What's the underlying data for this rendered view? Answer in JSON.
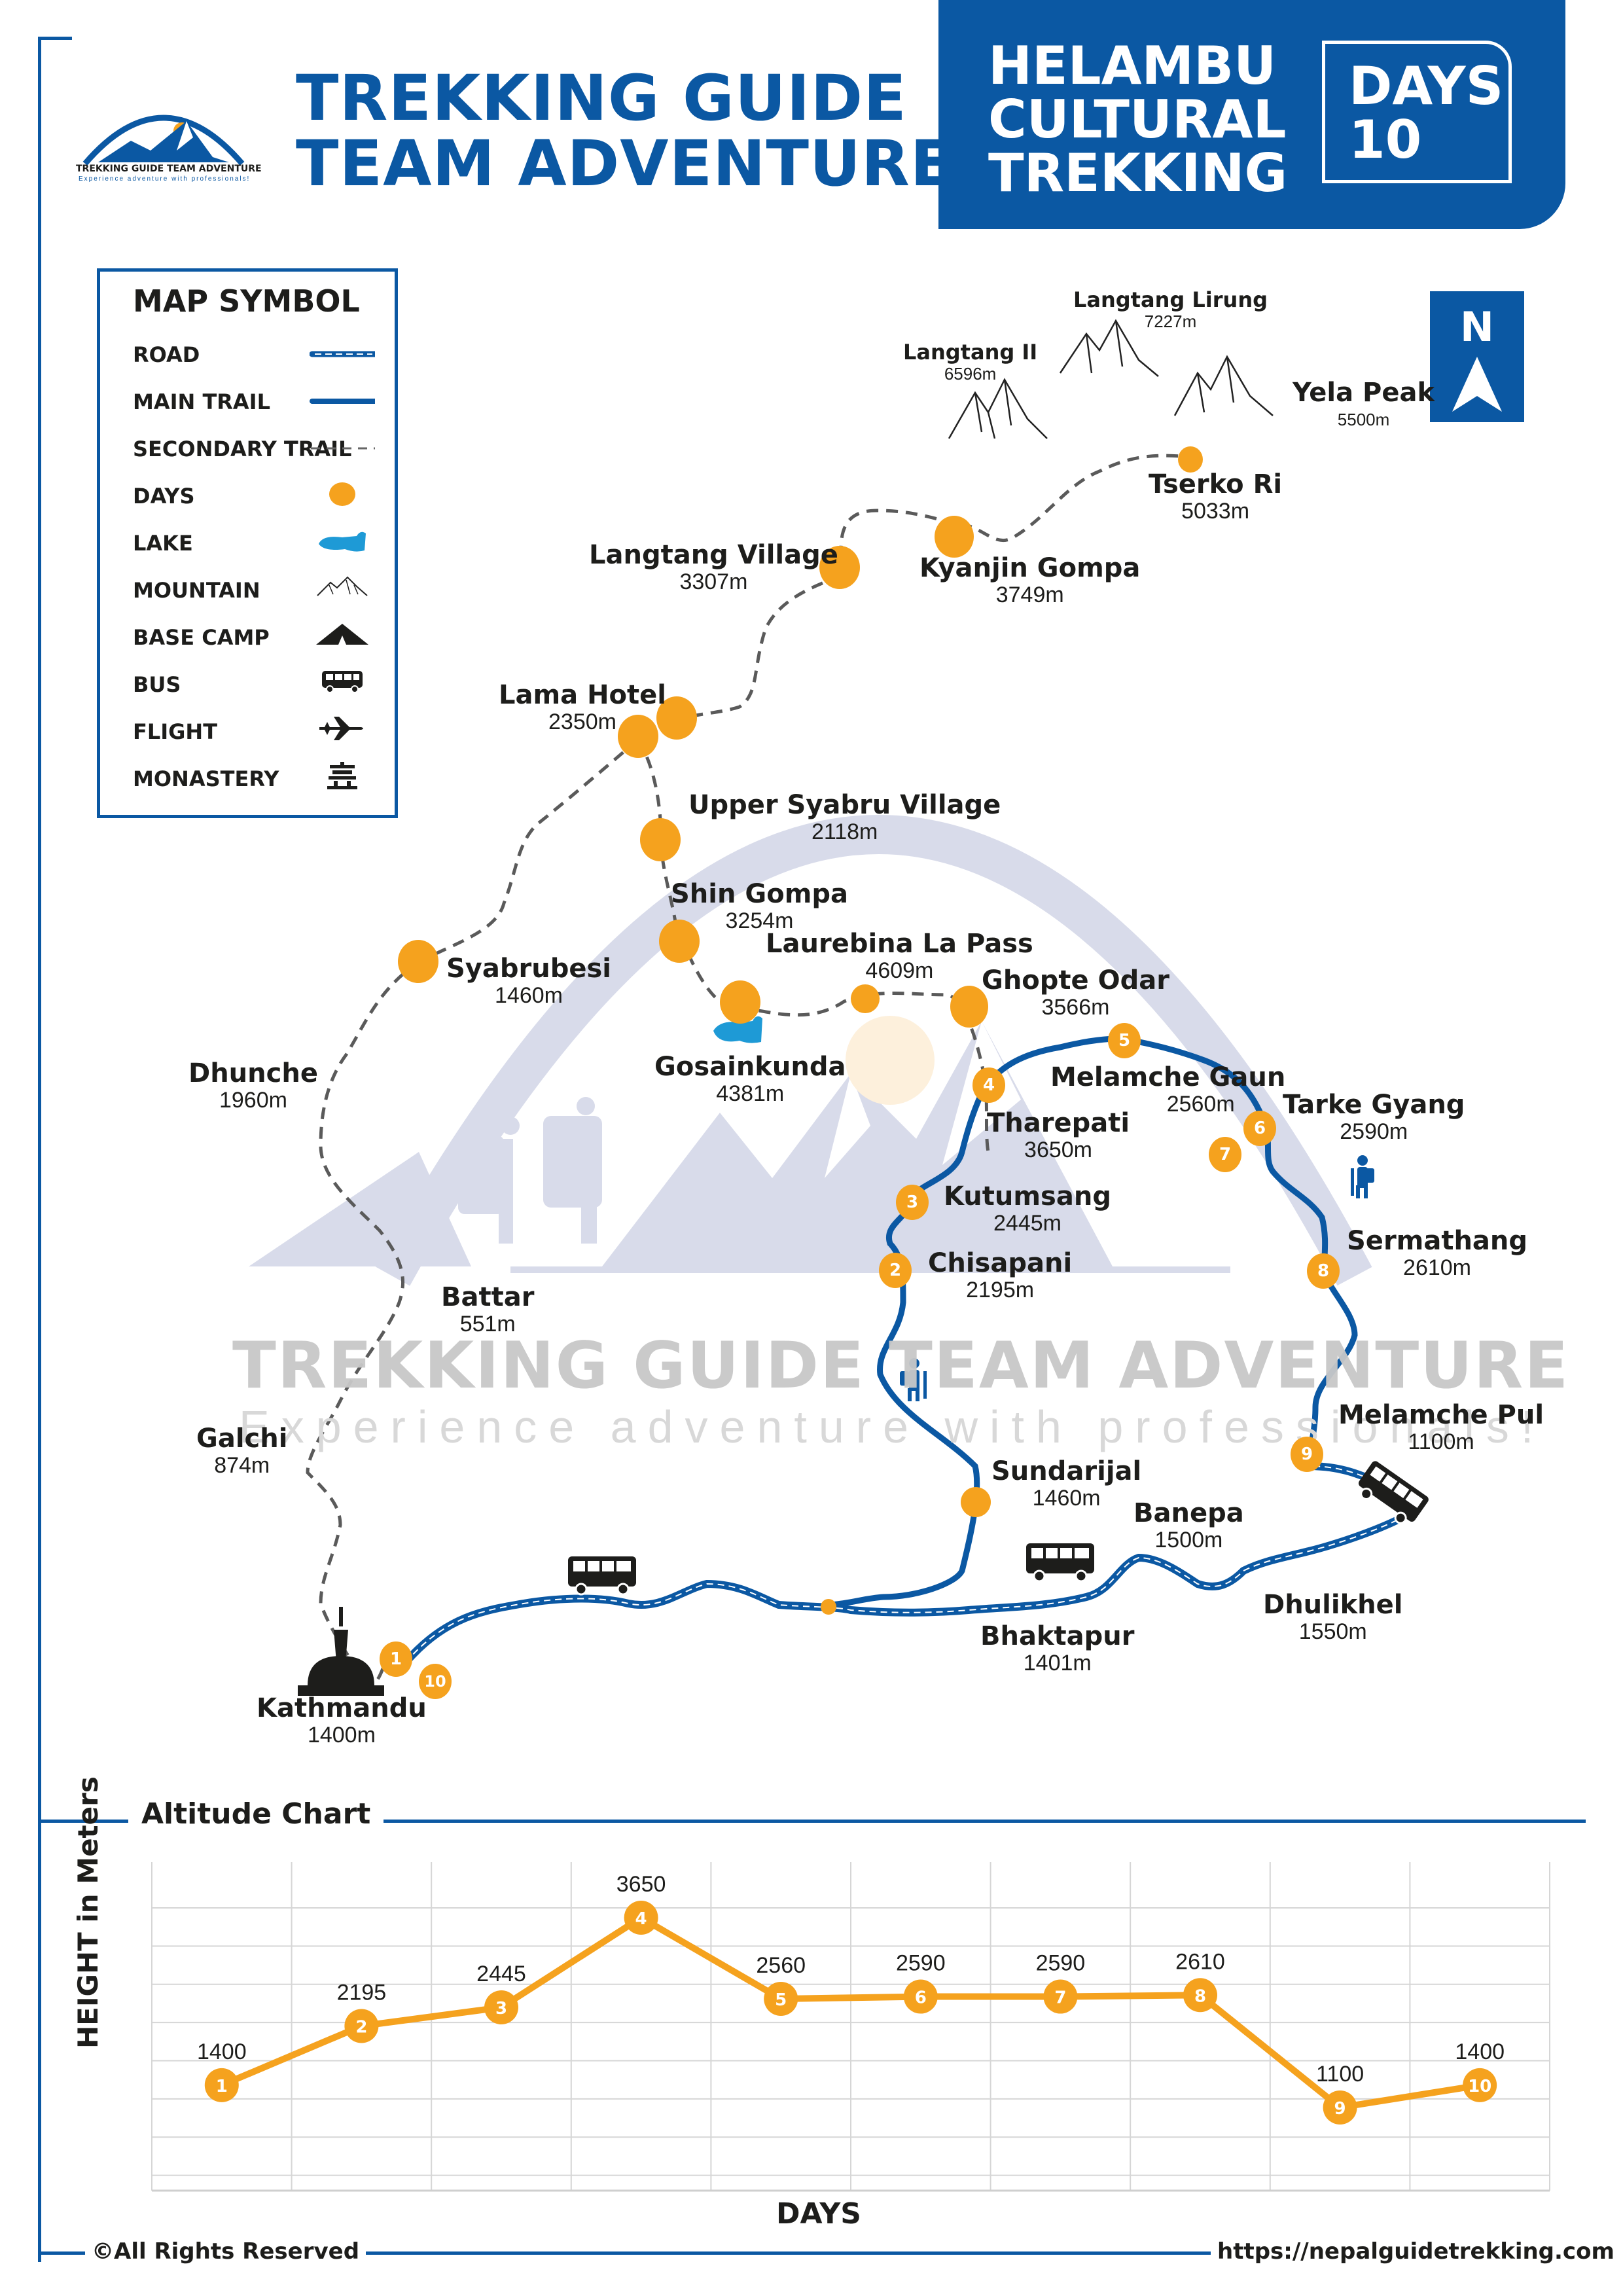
{
  "header": {
    "brand_line1": "TREKKING GUIDE",
    "brand_line2": "TEAM ADVENTURE",
    "logo_text": "TREKKING GUIDE TEAM ADVENTURE",
    "logo_tagline": "Experience adventure with professionals!",
    "trek_line1": "HELAMBU",
    "trek_line2": "CULTURAL",
    "trek_line3": "TREKKING",
    "days_label": "DAYS",
    "days_value": "10"
  },
  "legend": {
    "title": "MAP SYMBOL",
    "items": [
      {
        "label": "ROAD",
        "icon": "road-line"
      },
      {
        "label": "MAIN TRAIL",
        "icon": "main-trail-line"
      },
      {
        "label": "SECONDARY TRAIL",
        "icon": "secondary-trail-dashed"
      },
      {
        "label": "DAYS",
        "icon": "orange-dot"
      },
      {
        "label": "LAKE",
        "icon": "lake-icon"
      },
      {
        "label": "MOUNTAIN",
        "icon": "mountain-icon"
      },
      {
        "label": "BASE CAMP",
        "icon": "tent-icon"
      },
      {
        "label": "BUS",
        "icon": "bus-icon"
      },
      {
        "label": "FLIGHT",
        "icon": "airplane-icon"
      },
      {
        "label": "MONASTERY",
        "icon": "monastery-icon"
      }
    ]
  },
  "compass": {
    "label": "N"
  },
  "colors": {
    "brand_blue": "#0b58a3",
    "day_orange": "#f5a21e",
    "lake_blue": "#1e9ad6",
    "watermark_gray": "#c8c8c8"
  },
  "peaks": [
    {
      "name": "Langtang Lirung",
      "alt": "7227m"
    },
    {
      "name": "Langtang II",
      "alt": "6596m"
    },
    {
      "name": "Yela Peak",
      "alt": "5500m"
    }
  ],
  "places": [
    {
      "name": "Tserko Ri",
      "alt": "5033m"
    },
    {
      "name": "Kyanjin Gompa",
      "alt": "3749m"
    },
    {
      "name": "Langtang Village",
      "alt": "3307m"
    },
    {
      "name": "Lama Hotel",
      "alt": "2350m"
    },
    {
      "name": "Upper Syabru Village",
      "alt": "2118m"
    },
    {
      "name": "Shin Gompa",
      "alt": "3254m"
    },
    {
      "name": "Laurebina La Pass",
      "alt": "4609m"
    },
    {
      "name": "Ghopte Odar",
      "alt": "3566m"
    },
    {
      "name": "Syabrubesi",
      "alt": "1460m"
    },
    {
      "name": "Gosainkunda",
      "alt": "4381m"
    },
    {
      "name": "Dhunche",
      "alt": "1960m"
    },
    {
      "name": "Melamche Gaun",
      "alt": "2560m"
    },
    {
      "name": "Tarke Gyang",
      "alt": "2590m"
    },
    {
      "name": "Tharepati",
      "alt": "3650m"
    },
    {
      "name": "Kutumsang",
      "alt": "2445m"
    },
    {
      "name": "Sermathang",
      "alt": "2610m"
    },
    {
      "name": "Chisapani",
      "alt": "2195m"
    },
    {
      "name": "Battar",
      "alt": "551m"
    },
    {
      "name": "Melamche Pul",
      "alt": "1100m"
    },
    {
      "name": "Galchi",
      "alt": "874m"
    },
    {
      "name": "Sundarijal",
      "alt": "1460m"
    },
    {
      "name": "Banepa",
      "alt": "1500m"
    },
    {
      "name": "Dhulikhel",
      "alt": "1550m"
    },
    {
      "name": "Bhaktapur",
      "alt": "1401m"
    },
    {
      "name": "Kathmandu",
      "alt": "1400m"
    }
  ],
  "day_markers": [
    "1",
    "2",
    "3",
    "4",
    "5",
    "6",
    "7",
    "8",
    "9",
    "10"
  ],
  "watermark": {
    "title": "TREKKING GUIDE TEAM ADVENTURE",
    "tagline": "Experience adventure with professionals!"
  },
  "chart_data": {
    "type": "line",
    "title": "Altitude Chart",
    "xlabel": "DAYS",
    "ylabel": "HEIGHT in Meters",
    "categories": [
      "1",
      "2",
      "3",
      "4",
      "5",
      "6",
      "7",
      "8",
      "9",
      "10"
    ],
    "values": [
      1400,
      2195,
      2445,
      3650,
      2560,
      2590,
      2590,
      2610,
      1100,
      1400
    ],
    "series": [
      {
        "name": "Altitude",
        "values": [
          1400,
          2195,
          2445,
          3650,
          2560,
          2590,
          2590,
          2610,
          1100,
          1400
        ],
        "color": "#f5a21e"
      }
    ],
    "grid": true,
    "legend": "none",
    "data_labels": true
  },
  "footer": {
    "copyright": "©All Rights Reserved",
    "url": "https://nepalguidetrekking.com"
  }
}
